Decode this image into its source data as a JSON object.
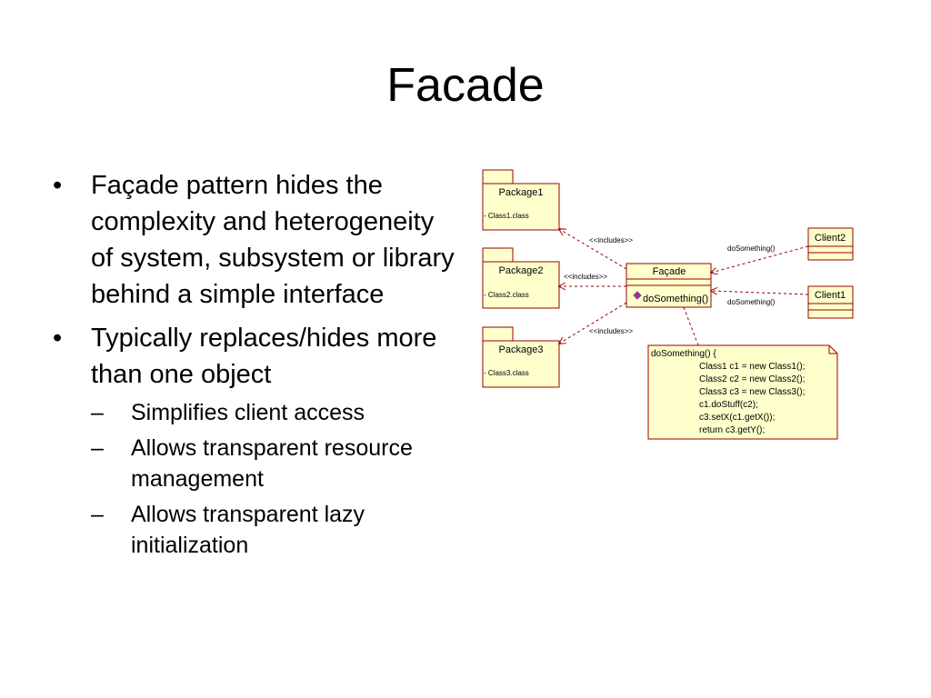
{
  "slide": {
    "title": "Facade",
    "bullets": [
      {
        "text": "Façade pattern hides the complexity and heterogeneity of system, subsystem or library behind  a simple interface",
        "sub": []
      },
      {
        "text": "Typically replaces/hides more than one object",
        "sub": [
          "Simplifies client access",
          "Allows transparent resource management",
          "Allows transparent lazy initialization"
        ]
      }
    ]
  },
  "diagram": {
    "packages": [
      {
        "name": "Package1",
        "member": "- Class1.class"
      },
      {
        "name": "Package2",
        "member": "- Class2.class"
      },
      {
        "name": "Package3",
        "member": "- Class3.class"
      }
    ],
    "facade": {
      "name": "Façade",
      "operation": "doSomething()"
    },
    "clients": [
      {
        "name": "Client2"
      },
      {
        "name": "Client1"
      }
    ],
    "relations": {
      "includes_1": "<<includes>>",
      "includes_2": "<<includes>>",
      "includes_3": "<<includes>>",
      "client2_call": "doSomething()",
      "client1_call": "doSomething()"
    },
    "note_lines": [
      "doSomething() {",
      "Class1 c1 = new Class1();",
      "Class2 c2 = new Class2();",
      "Class3 c3 = new Class3();",
      "c1.doStuff(c2);",
      "c3.setX(c1.getX());",
      "return c3.getY();"
    ],
    "colors": {
      "box_fill": "#ffffcc",
      "box_stroke": "#990000",
      "line": "#990000",
      "operation_marker": "#993399"
    }
  }
}
